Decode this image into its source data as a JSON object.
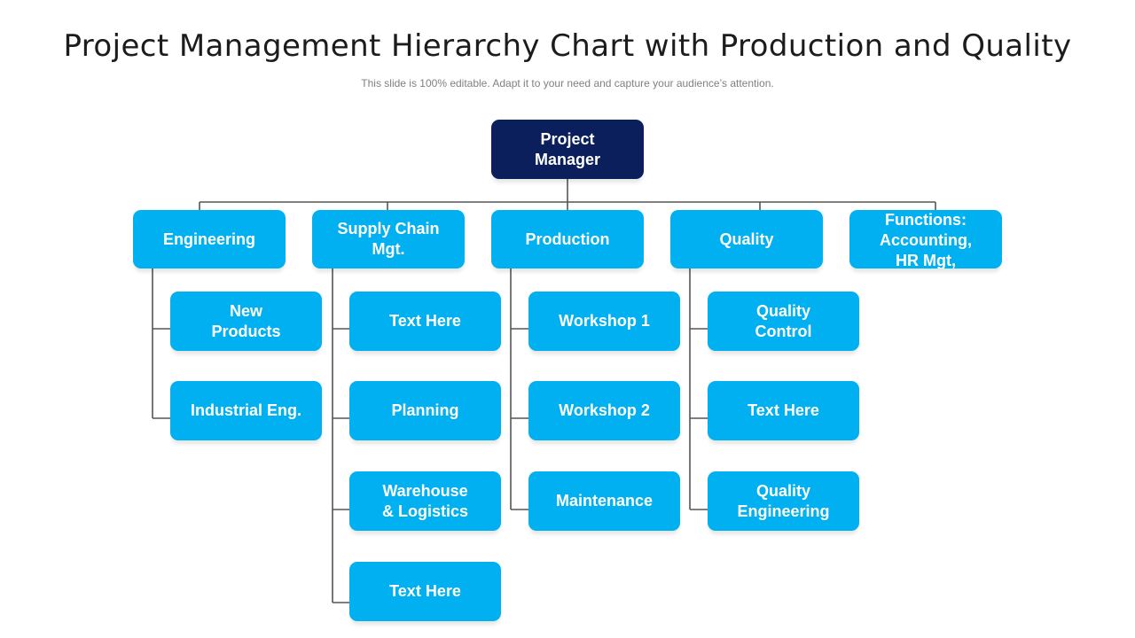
{
  "header": {
    "title": "Project Management Hierarchy Chart with Production and Quality",
    "subtitle": "This slide is 100% editable. Adapt it to your need and capture your audience’s attention."
  },
  "colors": {
    "root_fill": "#0a1f5c",
    "node_fill": "#00b0f0",
    "connector": "#555555",
    "text": "#ffffff"
  },
  "root": {
    "label": "Project\nManager"
  },
  "departments": [
    {
      "label": "Engineering",
      "children": [
        "New\nProducts",
        "Industrial Eng."
      ]
    },
    {
      "label": "Supply Chain\nMgt.",
      "children": [
        "Text Here",
        "Planning",
        "Warehouse\n& Logistics",
        "Text Here"
      ]
    },
    {
      "label": "Production",
      "children": [
        "Workshop 1",
        "Workshop 2",
        "Maintenance"
      ]
    },
    {
      "label": "Quality",
      "children": [
        "Quality\nControl",
        "Text Here",
        "Quality\nEngineering"
      ]
    },
    {
      "label": "Other\nFunctions:\nAccounting,\nHR Mgt,",
      "children": []
    }
  ]
}
